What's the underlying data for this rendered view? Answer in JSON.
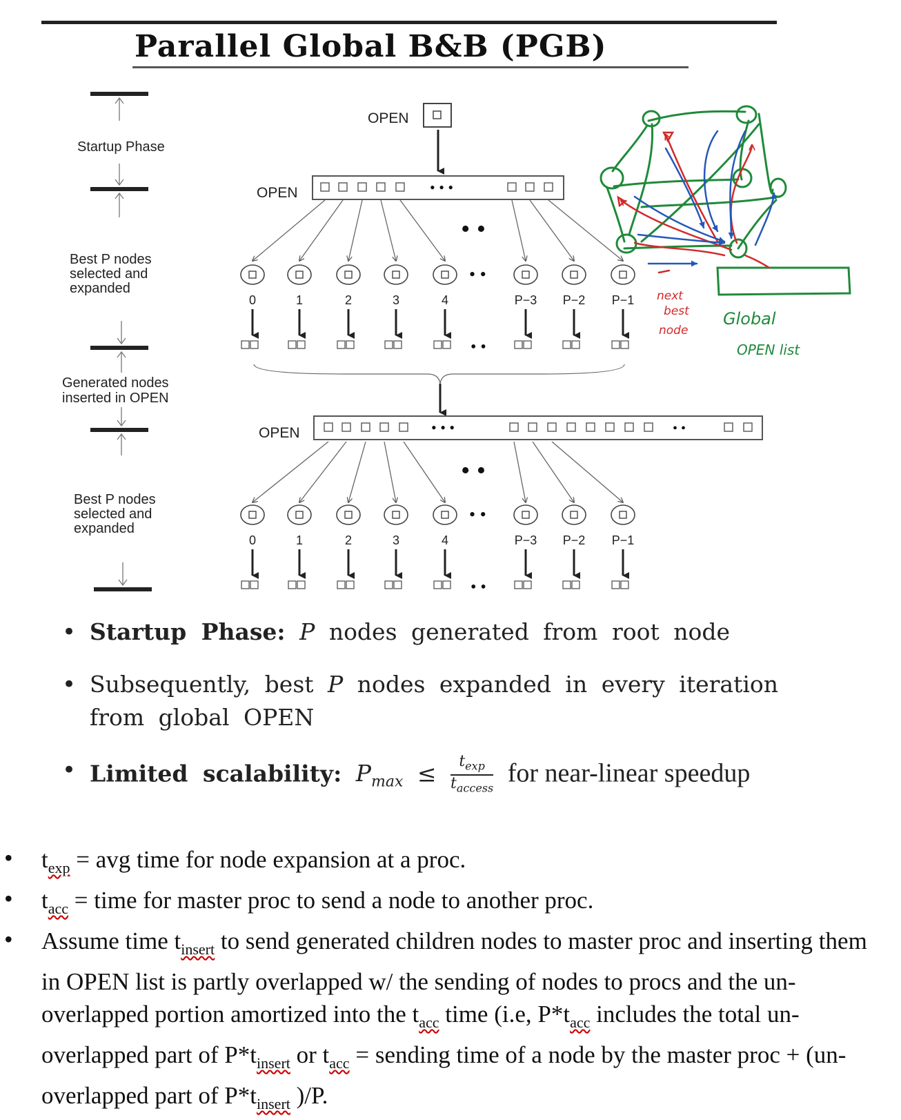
{
  "title": "Parallel Global B&B (PGB)",
  "phase_labels": {
    "startup": "Startup Phase",
    "best_p_1": [
      "Best P nodes",
      "selected and",
      "expanded"
    ],
    "generated": [
      "Generated nodes",
      "inserted in OPEN"
    ],
    "best_p_2": [
      "Best P nodes",
      "selected and",
      "expanded"
    ]
  },
  "open_label": "OPEN",
  "processor_labels": [
    "0",
    "1",
    "2",
    "3",
    "4",
    "P−3",
    "P−2",
    "P−1"
  ],
  "handwritten": {
    "next_best_node": [
      "next",
      "best",
      "node"
    ],
    "global_open_list": [
      "Global",
      "OPEN list"
    ]
  },
  "colors": {
    "ink": "#222222",
    "green": "#1f8a3a",
    "red": "#d12a2a",
    "blue": "#2458b8"
  },
  "bullets_top": {
    "startup_bold": "Startup Phase:",
    "startup_p": "P",
    "startup_rest": "nodes generated from root node",
    "subseq_pre": "Subsequently, best",
    "subseq_p": "P",
    "subseq_rest": "nodes expanded in every iteration from global OPEN",
    "limited_bold": "Limited scalability:",
    "limited_lhs": "P",
    "limited_lhs_sub": "max",
    "limited_rel": "≤",
    "limited_num": "t",
    "limited_num_sub": "exp",
    "limited_den": "t",
    "limited_den_sub": "access",
    "limited_suffix": "for near-linear speedup"
  },
  "bullets_bottom": {
    "b1_t": "t",
    "b1_sub": "exp",
    "b1_rest": "= avg time for node expansion at a proc.",
    "b2_t": "t",
    "b2_sub": "acc",
    "b2_rest": "= time for master proc to send a node to another proc.",
    "b3_a": "Assume time t",
    "b3_sub1": "insert",
    "b3_b": "to send generated children nodes to master proc and inserting them in OPEN list is partly overlapped w/ the sending of nodes to procs and the un-overlapped portion amortized into the t",
    "b3_sub2": "acc",
    "b3_c": "time (i.e, P*t",
    "b3_sub3": "acc",
    "b3_d": "includes the total un-overlapped part of P*t",
    "b3_sub4": "insert",
    "b3_e": "or t",
    "b3_sub5": "acc",
    "b3_f": "= sending time of a node by the master proc + (un-overlapped part of P*t",
    "b3_sub6": "insert",
    "b3_g": ")/P."
  }
}
